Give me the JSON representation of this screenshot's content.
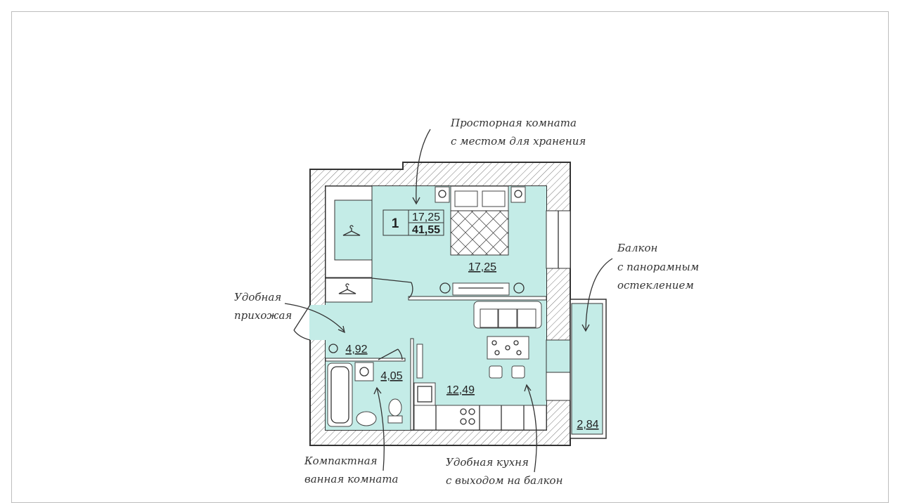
{
  "plan": {
    "rooms_count": "1",
    "living_area": "17,25",
    "total_area": "41,55",
    "rooms": {
      "bedroom": "17,25",
      "hallway": "4,92",
      "bathroom": "4,05",
      "kitchen": "12,49",
      "balcony": "2,84"
    },
    "colors": {
      "room_fill": "#c4ece7",
      "wall": "#333333"
    }
  },
  "annotations": {
    "room": [
      "Просторная комната",
      "с местом для хранения"
    ],
    "balcony": [
      "Балкон",
      "с панорамным",
      "остеклением"
    ],
    "hallway": [
      "Удобная",
      "прихожая"
    ],
    "bathroom": [
      "Компактная",
      "ванная комната"
    ],
    "kitchen": [
      "Удобная кухня",
      "с выходом на балкон"
    ]
  }
}
